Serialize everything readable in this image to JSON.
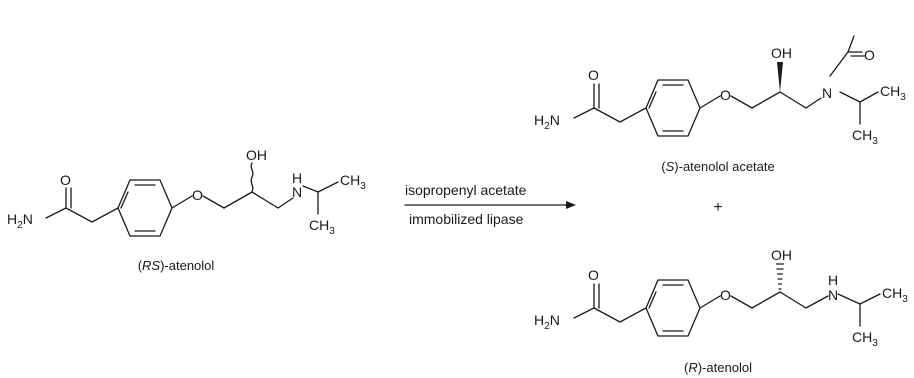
{
  "molecules": {
    "reactant": {
      "label_pre": "(",
      "label_italic": "RS",
      "label_post": ")-atenolol",
      "atoms": {
        "o1": "O",
        "h2n": "H",
        "h2n_sub": "2",
        "h2n_n": "N",
        "o2": "O",
        "oh": "OH",
        "n": "N",
        "h": "H",
        "ch3a": "CH",
        "ch3a_sub": "3",
        "ch3b": "CH",
        "ch3b_sub": "3"
      }
    },
    "product_s": {
      "label_pre": "(",
      "label_italic": "S",
      "label_post": ")-atenolol acetate",
      "atoms": {
        "o1": "O",
        "h2n": "H",
        "h2n_sub": "2",
        "h2n_n": "N",
        "o2": "O",
        "oh": "OH",
        "n": "N",
        "o3": "O",
        "ch3a": "CH",
        "ch3a_sub": "3",
        "ch3b": "CH",
        "ch3b_sub": "3"
      }
    },
    "product_r": {
      "label_pre": "(",
      "label_italic": "R",
      "label_post": ")-atenolol",
      "atoms": {
        "o1": "O",
        "h2n": "H",
        "h2n_sub": "2",
        "h2n_n": "N",
        "o2": "O",
        "oh": "OH",
        "n": "N",
        "h": "H",
        "ch3a": "CH",
        "ch3a_sub": "3",
        "ch3b": "CH",
        "ch3b_sub": "3"
      }
    }
  },
  "reaction": {
    "reagent": "isopropenyl acetate",
    "catalyst": "immobilized lipase",
    "plus": "+"
  }
}
